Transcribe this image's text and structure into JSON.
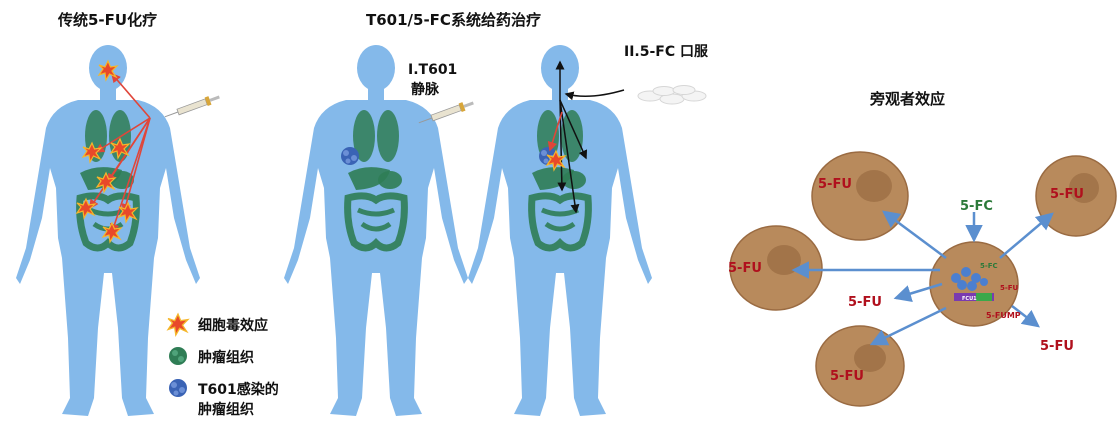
{
  "titles": {
    "traditional": "传统5-FU化疗",
    "system": "T601/5-FC系统给药治疗",
    "bystander": "旁观者效应"
  },
  "steps": {
    "iv_line1": "I.T601",
    "iv_line2": "静脉",
    "oral": "II.5-FC 口服"
  },
  "legend": {
    "cytotoxic": "细胞毒效应",
    "tumor": "肿瘤组织",
    "infected_line1": "T601感染的",
    "infected_line2": "肿瘤组织"
  },
  "bystander_labels": {
    "fu": "5-FU",
    "fc": "5-FC",
    "fc_inner": "5-FC",
    "fu_inner": "5-FU",
    "fump": "5-FUMP",
    "enzyme": "FCU1"
  },
  "colors": {
    "body": "#84b9ea",
    "organ": "#2f7d55",
    "tumor_infected": "#3a63b5",
    "burst": "#e8492a",
    "cell": "#b88a5c",
    "arrow_blue": "#5b8fcf",
    "fu_text": "#b0101d",
    "fc_text": "#2c7a3a"
  }
}
